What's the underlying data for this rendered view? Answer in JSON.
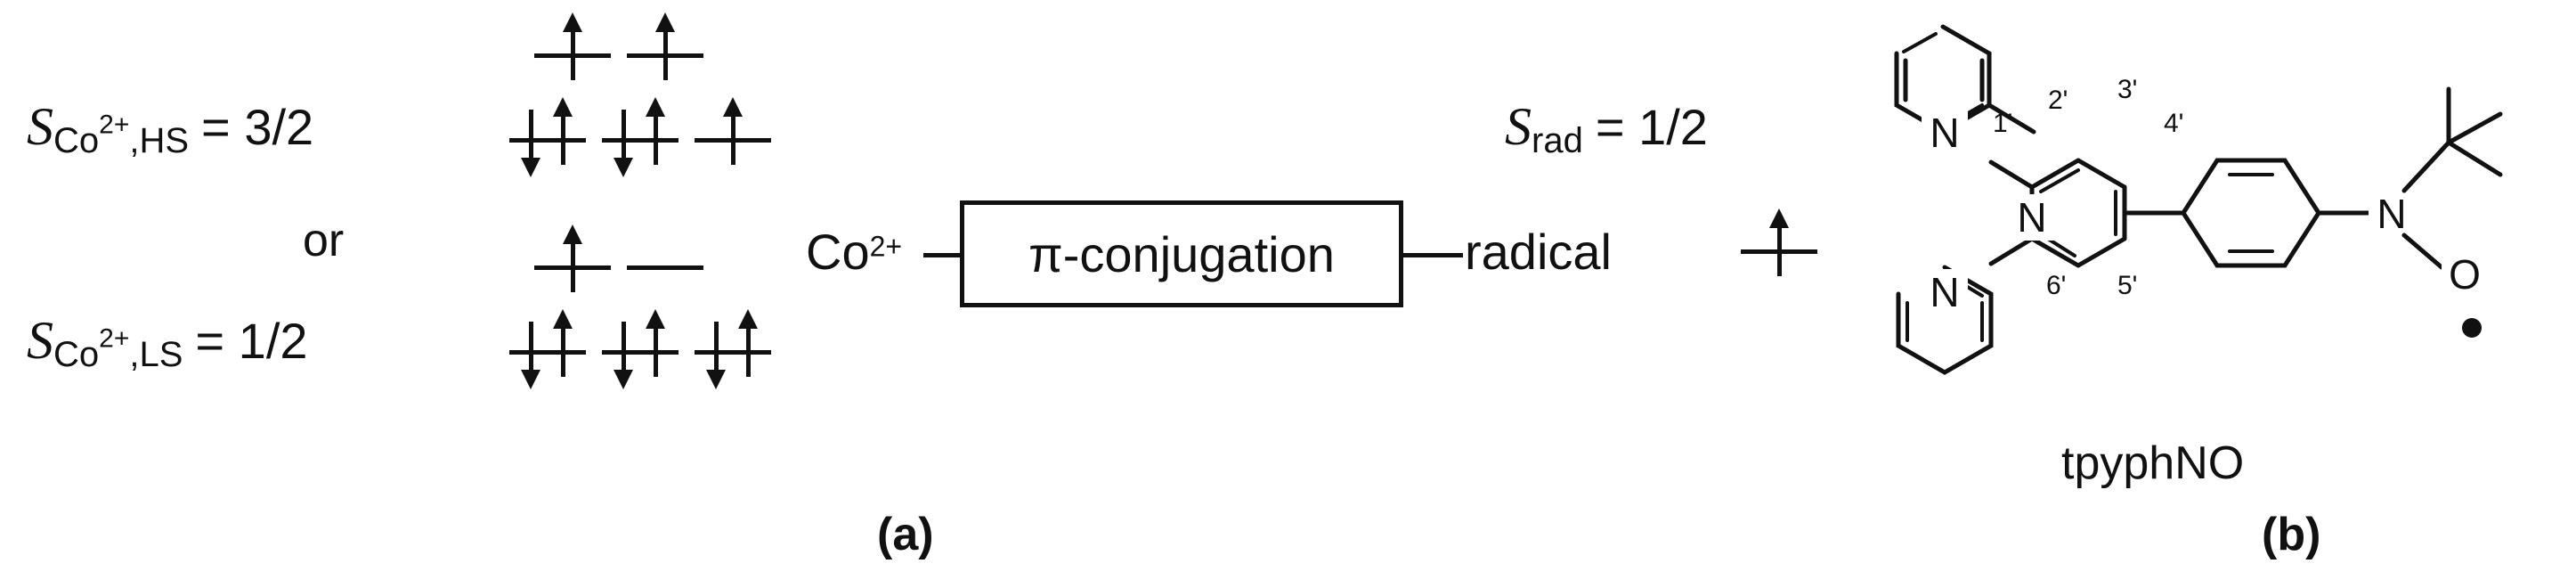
{
  "figure": {
    "panels": [
      {
        "tag": "(a)",
        "name": "spin-scheme"
      },
      {
        "tag": "(b)",
        "name": "molecular-structure"
      }
    ]
  },
  "panel_a": {
    "spin_states": [
      {
        "id": "high-spin",
        "symbol": "S",
        "subscript_pre": "Co",
        "superscript": "2+",
        "subscript_post": ",HS",
        "equals": "=",
        "value": "3/2",
        "eg_occupancy": [
          "up",
          "up"
        ],
        "t2g_occupancy": [
          "down-up",
          "down-up",
          "up"
        ]
      },
      {
        "id": "low-spin",
        "symbol": "S",
        "subscript_pre": "Co",
        "superscript": "2+",
        "subscript_post": ",LS",
        "equals": "=",
        "value": "1/2",
        "eg_occupancy": [
          "up",
          "empty"
        ],
        "t2g_occupancy": [
          "down-up",
          "down-up",
          "down-up"
        ]
      }
    ],
    "connector_text": "or",
    "flow": {
      "left_node": "Co",
      "left_node_charge": "2+",
      "box_label": "π-conjugation",
      "right_node": "radical",
      "radical_spin": {
        "symbol": "S",
        "subscript": "rad",
        "equals": "=",
        "value": "1/2",
        "occupancy": [
          "up"
        ]
      }
    }
  },
  "panel_b": {
    "molecule_name": "tpyphNO",
    "atom_labels": [
      "N",
      "N",
      "N",
      "N",
      "O"
    ],
    "position_labels": [
      "1'",
      "2'",
      "3'",
      "4'",
      "5'",
      "6'"
    ],
    "radical_dot": "●"
  },
  "colors": {
    "ink": "#111111",
    "background": "#ffffff"
  }
}
